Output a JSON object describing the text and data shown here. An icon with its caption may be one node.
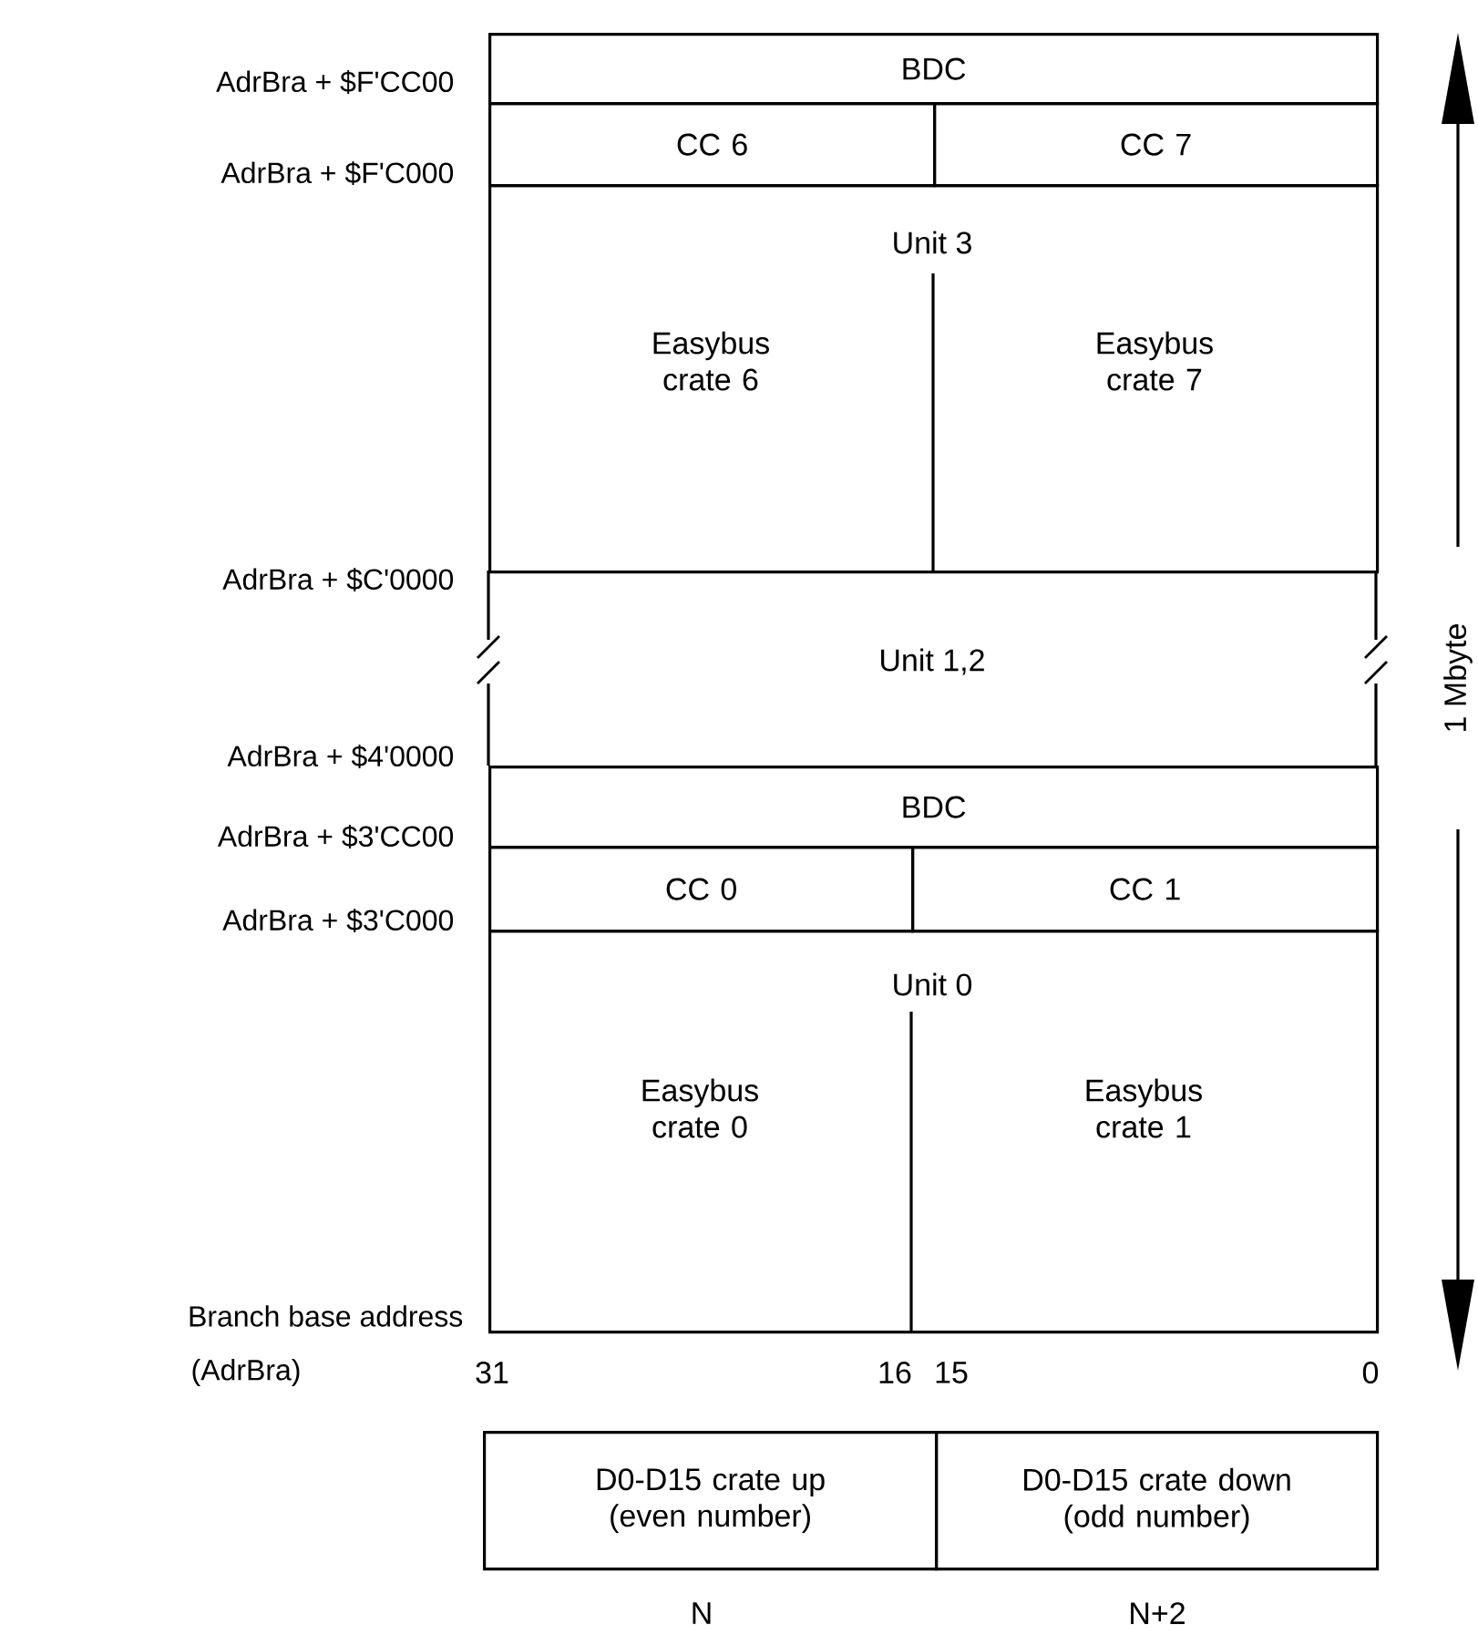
{
  "diagram": {
    "nodes": [
      {
        "text": [
          "BDC"
        ]
      },
      {
        "text": [
          "CC 6"
        ]
      },
      {
        "text": [
          "CC 7"
        ]
      },
      {
        "text": [
          "Unit 3"
        ]
      },
      {
        "text": [
          "Easybus crate 6"
        ],
        "in": 3
      },
      {
        "text": [
          "Easybus crate 7"
        ],
        "in": 3
      },
      {
        "text": [
          "Unit 1,2"
        ]
      },
      {
        "text": [
          "BDC"
        ]
      },
      {
        "text": [
          "CC 0"
        ]
      },
      {
        "text": [
          "CC 1"
        ]
      },
      {
        "text": [
          "Unit 0"
        ]
      },
      {
        "text": [
          "Easybus crate 0"
        ],
        "in": 10
      },
      {
        "text": [
          "Easybus crate 1"
        ],
        "in": 10
      },
      {
        "text": [
          "D0-D15 crate up (even number)"
        ],
        "beside": [
          "N"
        ]
      },
      {
        "text": [
          "D0-D15 crate down (odd number)"
        ],
        "beside": [
          "N+2"
        ]
      }
    ],
    "labels": [
      "AdrBra + $F'CC00",
      "AdrBra + $F'C000",
      "AdrBra + $C'0000",
      "AdrBra + $4'0000",
      "AdrBra + $3'CC00",
      "AdrBra + $3'C000",
      "Branch base  address",
      "(AdrBra)",
      "31",
      "16",
      "15",
      "0",
      "1 Mbyte"
    ]
  }
}
